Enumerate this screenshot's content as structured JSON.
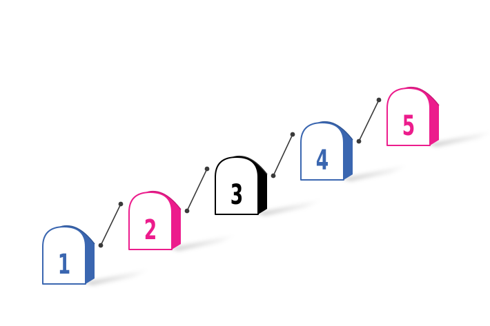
{
  "steps": [
    {
      "label": "1",
      "color": "#3a66b0"
    },
    {
      "label": "2",
      "color": "#ec1c8c"
    },
    {
      "label": "3",
      "color": "#000000"
    },
    {
      "label": "4",
      "color": "#3a66b0"
    },
    {
      "label": "5",
      "color": "#ec1c8c"
    }
  ],
  "connector_color": "#3a3a3a"
}
